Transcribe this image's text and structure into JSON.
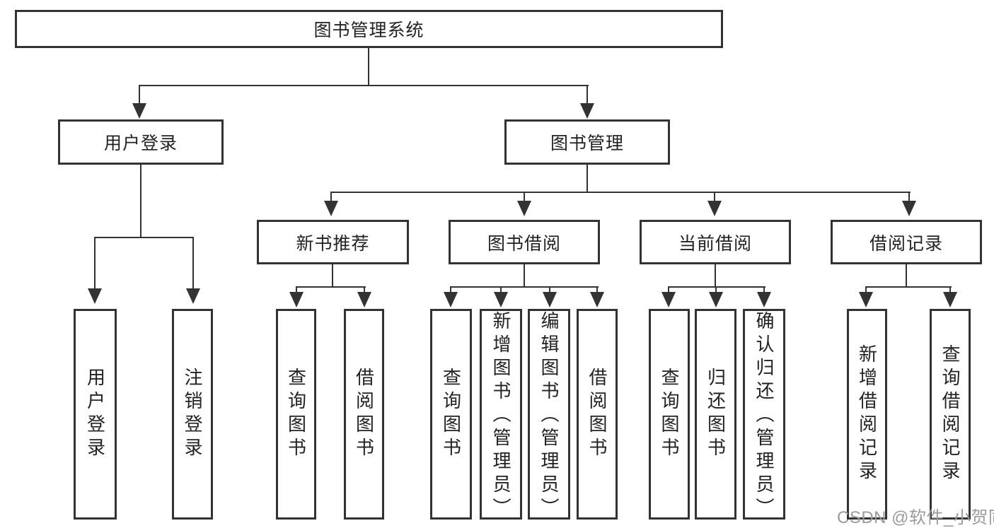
{
  "tree": {
    "root": "图书管理系统",
    "branches": [
      {
        "label": "用户登录",
        "children": [
          "用户登录",
          "注销登录"
        ]
      },
      {
        "label": "图书管理",
        "groups": [
          {
            "label": "新书推荐",
            "children": [
              "查询图书",
              "借阅图书"
            ]
          },
          {
            "label": "图书借阅",
            "children": [
              "查询图书",
              "新增图书（管理员）",
              "编辑图书（管理员）",
              "借阅图书"
            ]
          },
          {
            "label": "当前借阅",
            "children": [
              "查询图书",
              "归还图书",
              "确认归还（管理员）"
            ]
          },
          {
            "label": "借阅记录",
            "children": [
              "新增借阅记录",
              "查询借阅记录"
            ]
          }
        ]
      }
    ]
  },
  "watermark": "CSDN @软件_小贺同学",
  "colors": {
    "line": "#333333",
    "text": "#222222",
    "watermark": "#9b9b9b",
    "background": "#ffffff"
  }
}
